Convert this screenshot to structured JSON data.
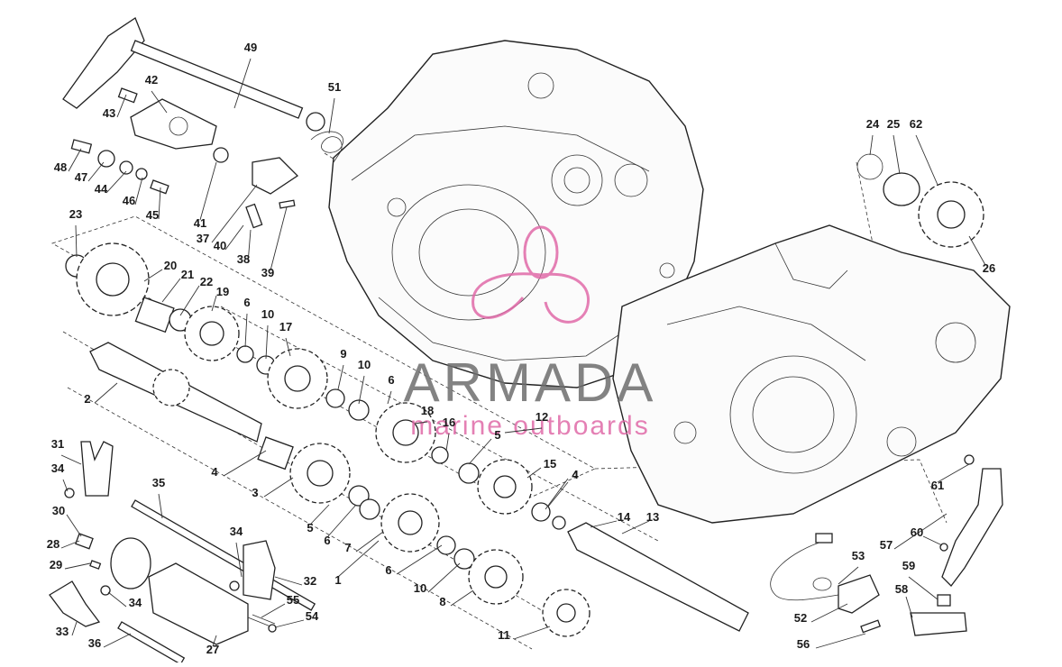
{
  "watermark": {
    "brand": "ARMADA",
    "tagline": "marine outboards",
    "colors": {
      "text": "#6e6e6e",
      "logo": "#e06aa8"
    }
  },
  "callouts": [
    "49",
    "42",
    "43",
    "51",
    "48",
    "47",
    "44",
    "46",
    "45",
    "41",
    "37",
    "40",
    "38",
    "39",
    "23",
    "20",
    "21",
    "22",
    "19",
    "6",
    "10",
    "17",
    "9",
    "10",
    "6",
    "18",
    "16",
    "12",
    "5",
    "15",
    "4",
    "2",
    "4",
    "3",
    "5",
    "6",
    "7",
    "14",
    "13",
    "4",
    "6",
    "10",
    "8",
    "11",
    "31",
    "34",
    "35",
    "30",
    "28",
    "29",
    "34",
    "32",
    "1",
    "33",
    "34",
    "55",
    "54",
    "36",
    "27",
    "24",
    "25",
    "62",
    "26",
    "61",
    "60",
    "57",
    "59",
    "53",
    "58",
    "52",
    "56"
  ]
}
